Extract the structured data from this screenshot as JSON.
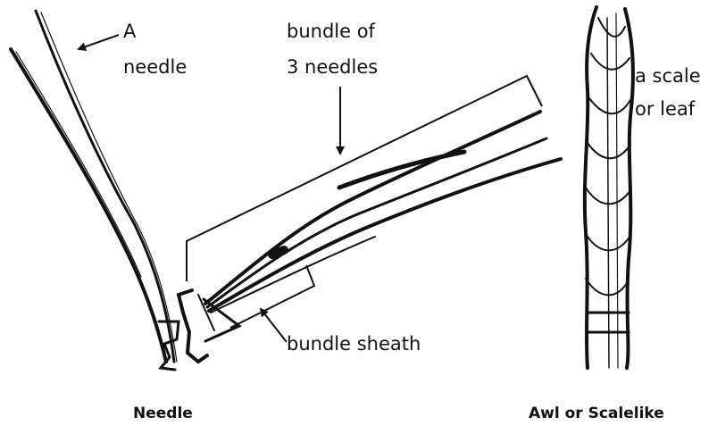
{
  "labels": {
    "needle_line1": "A",
    "needle_line2": "needle",
    "bundle_line1": "bundle of",
    "bundle_line2": "3 needles",
    "scale_line1": "a scale",
    "scale_line2": "or leaf",
    "sheath": "bundle sheath"
  },
  "captions": {
    "needle": "Needle",
    "awl": "Awl or Scalelike"
  }
}
